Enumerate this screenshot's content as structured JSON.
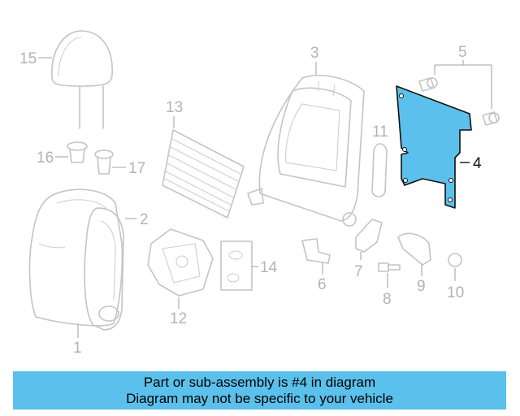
{
  "diagram": {
    "highlight_color": "#5bc0eb",
    "callouts": [
      "15",
      "16",
      "17",
      "13",
      "3",
      "5",
      "11",
      "4",
      "2",
      "14",
      "6",
      "7",
      "8",
      "9",
      "10",
      "12",
      "1"
    ]
  },
  "banner": {
    "line1": "Part or sub-assembly is #4 in diagram",
    "line2": "Diagram may not be specific to your vehicle",
    "color": "#5bc0eb"
  }
}
